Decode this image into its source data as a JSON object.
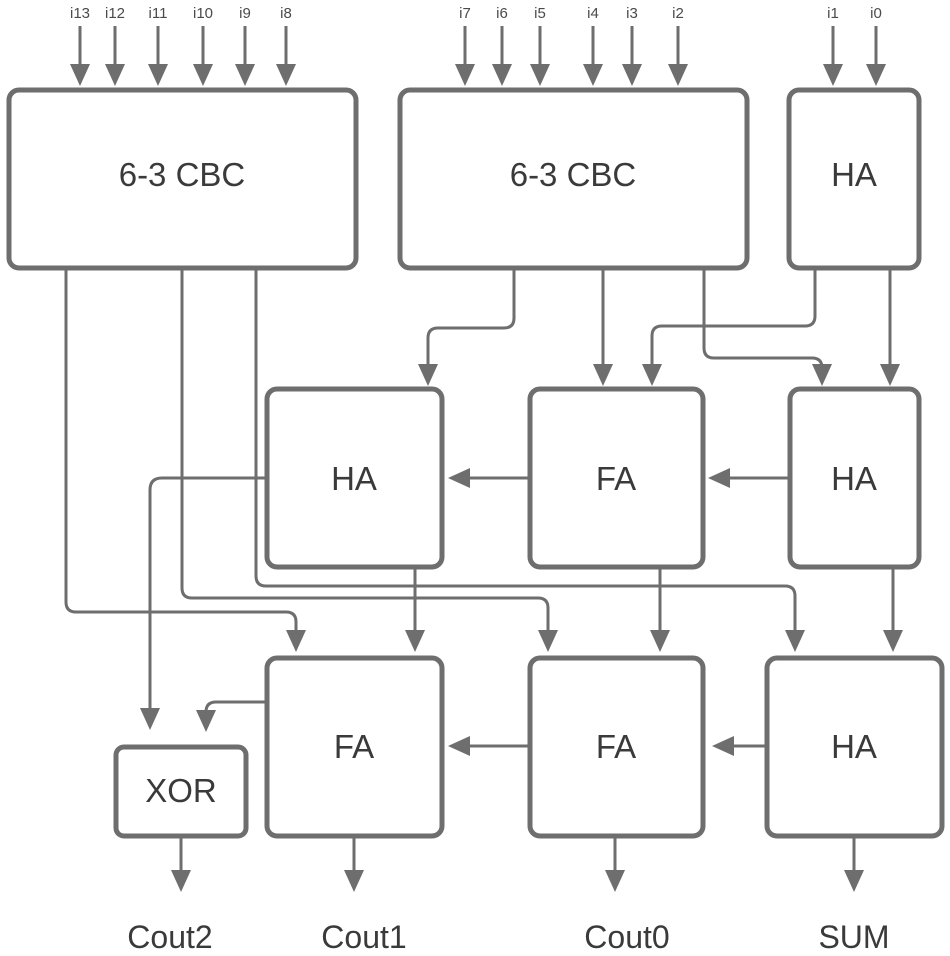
{
  "blocks": {
    "cbc_left": "6-3 CBC",
    "cbc_mid": "6-3 CBC",
    "ha_top": "HA",
    "ha_r2_left": "HA",
    "fa_r2": "FA",
    "ha_r2_right": "HA",
    "fa_r3_left": "FA",
    "fa_r3_mid": "FA",
    "ha_r3_right": "HA",
    "xor": "XOR"
  },
  "inputs": [
    "i13",
    "i12",
    "i11",
    "i10",
    "i9",
    "i8",
    "i7",
    "i6",
    "i5",
    "i4",
    "i3",
    "i2",
    "i1",
    "i0"
  ],
  "outputs": [
    "Cout2",
    "Cout1",
    "Cout0",
    "SUM"
  ]
}
